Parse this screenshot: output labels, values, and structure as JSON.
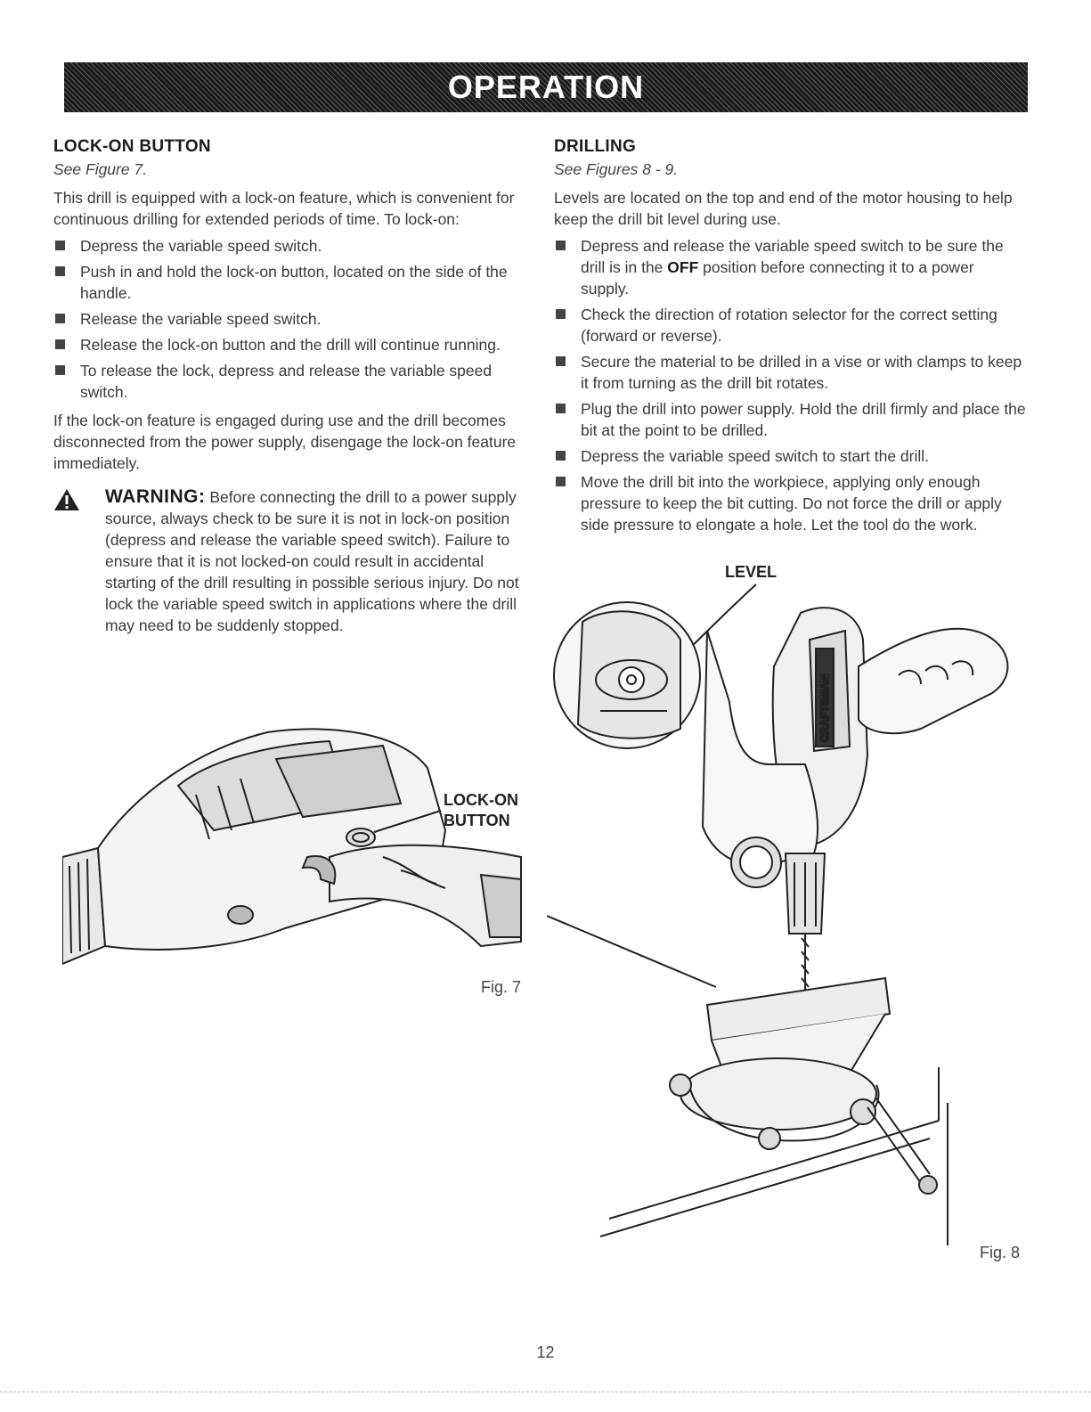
{
  "banner": {
    "title": "OPERATION"
  },
  "left": {
    "heading": "LOCK-ON BUTTON",
    "see": "See Figure 7.",
    "intro": "This drill is equipped with a lock-on feature, which is convenient for continuous drilling for extended periods of time. To lock-on:",
    "steps": [
      "Depress the variable speed switch.",
      "Push in and hold the lock-on button, located on the side of the handle.",
      "Release the variable speed switch.",
      "Release the lock-on button and the drill will continue running.",
      "To release the lock, depress and release the variable speed switch."
    ],
    "note": "If the lock-on feature is engaged during use and the drill becomes disconnected from the power supply, disengage the lock-on feature immediately.",
    "warning_label": "WARNING:",
    "warning_text": " Before connecting the drill to a power supply source, always check to be sure it is not in lock-on position (depress and release the variable speed switch). Failure to ensure that it is not locked-on could result in accidental starting of the drill resulting in possible serious injury. Do not lock the variable speed switch in applications where the drill may need to be suddenly stopped.",
    "fig_label_line1": "LOCK-ON",
    "fig_label_line2": "BUTTON",
    "fig_caption": "Fig. 7"
  },
  "right": {
    "heading": "DRILLING",
    "see": "See Figures 8 - 9.",
    "intro": "Levels are located on the top and end of the motor housing to help keep the drill bit level during use.",
    "step1_before": "Depress and release the variable speed switch to be sure the drill is in the ",
    "step1_bold": "OFF",
    "step1_after": " position before connecting it to a power supply.",
    "steps": [
      "Check the direction of rotation selector for the correct setting (forward or reverse).",
      "Secure the material to be drilled in a vise or with clamps to keep it from turning as the drill bit rotates.",
      "Plug the drill into power supply. Hold the drill firmly and place the bit at the point to be drilled.",
      "Depress the variable speed switch to start the drill.",
      "Move the drill bit into the workpiece, applying only enough pressure to keep the bit cutting. Do not force the drill or apply side pressure to elongate a hole. Let the tool do the work."
    ],
    "fig_label": "LEVEL",
    "brand": "CRAFTSMAN",
    "fig_caption": "Fig. 8"
  },
  "page_number": "12"
}
